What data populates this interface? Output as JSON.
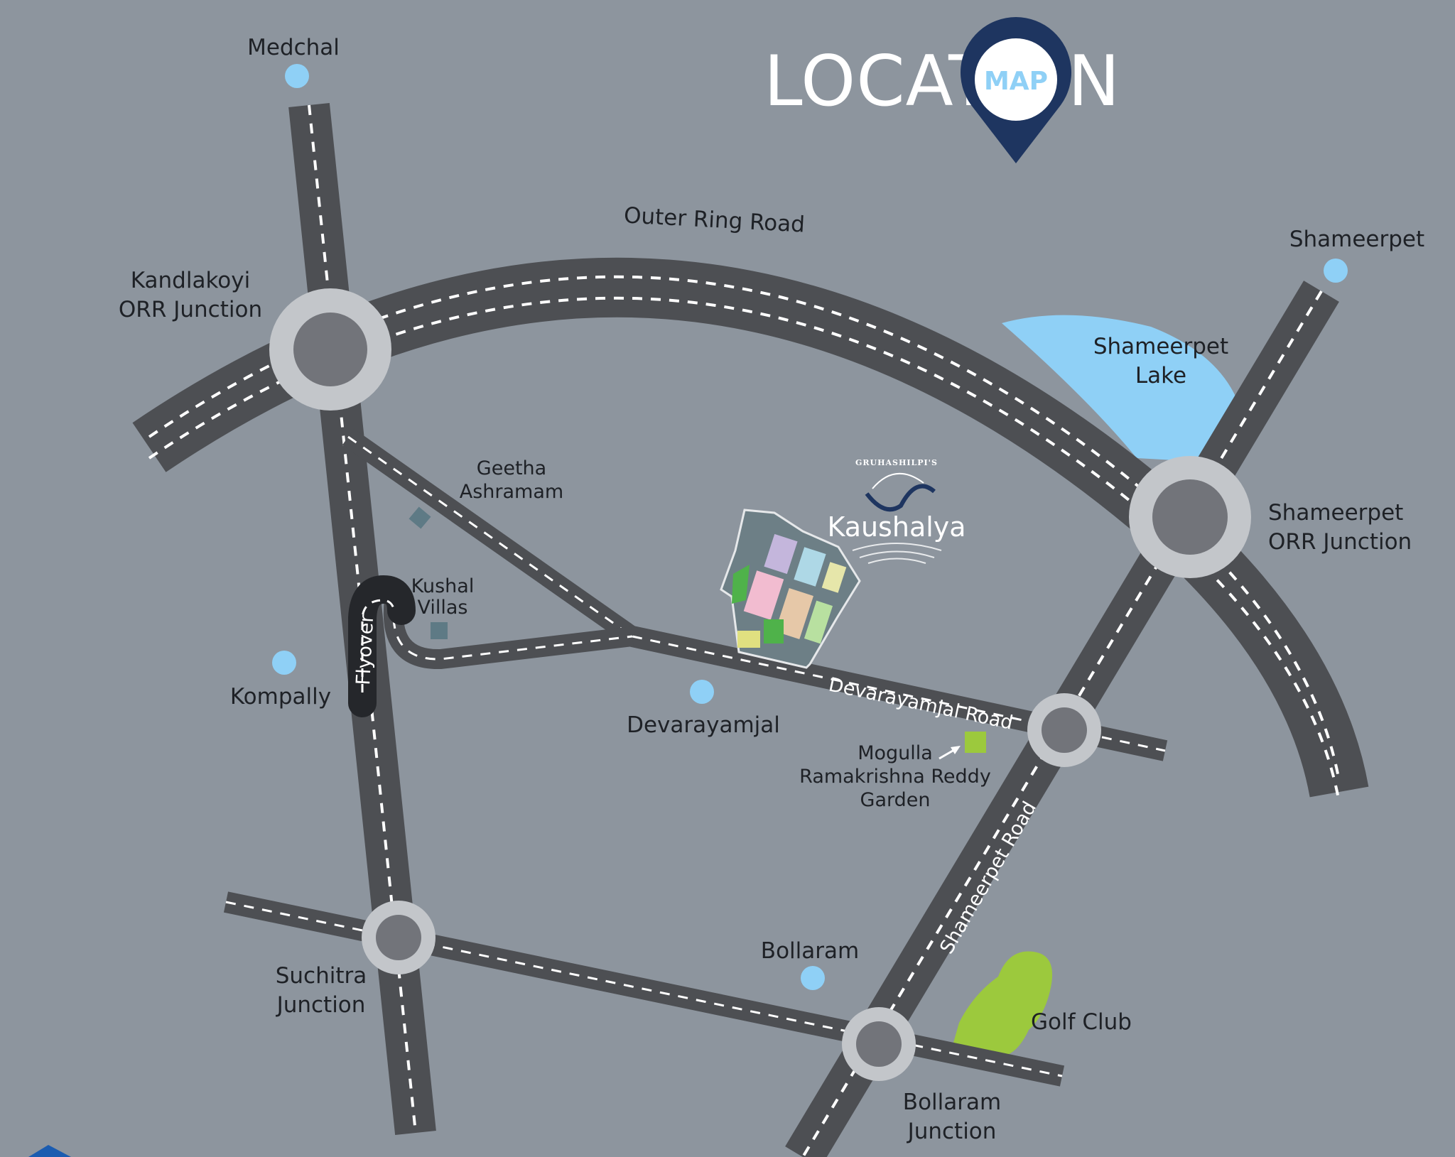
{
  "title": {
    "main_prefix": "LOCATI",
    "main_suffix": "N",
    "pin_text": "MAP"
  },
  "brand": {
    "tagline": "GRUHASHILPI'S",
    "name": "Kaushalya"
  },
  "roads": {
    "outer_ring": "Outer Ring Road",
    "devarayamjal": "Devarayamjal Road",
    "shameerpet": "Shameerpet Road",
    "flyover": "Flyover"
  },
  "places": {
    "medchal": "Medchal",
    "shameerpet": "Shameerpet",
    "kandlakoyi_l1": "Kandlakoyi",
    "kandlakoyi_l2": "ORR Junction",
    "lake_l1": "Shameerpet",
    "lake_l2": "Lake",
    "shameerpet_orr_l1": "Shameerpet",
    "shameerpet_orr_l2": "ORR Junction",
    "geetha_l1": "Geetha",
    "geetha_l2": "Ashramam",
    "kushal_l1": "Kushal",
    "kushal_l2": "Villas",
    "kompally": "Kompally",
    "devarayamjal": "Devarayamjal",
    "mogulla_l1": "Mogulla",
    "mogulla_l2": "Ramakrishna Reddy",
    "mogulla_l3": "Garden",
    "suchitra_l1": "Suchitra",
    "suchitra_l2": "Junction",
    "bollaram": "Bollaram",
    "golf": "Golf Club",
    "bollaram_jn_l1": "Bollaram",
    "bollaram_jn_l2": "Junction"
  },
  "colors": {
    "background": "#8d959e",
    "road": "#4d4f53",
    "junction_ring": "#c3c6ca",
    "junction_core": "#72747a",
    "water": "#8fd0f6",
    "place_dot": "#8fd0f6",
    "park": "#9cc93d",
    "pin": "#1e3560"
  }
}
